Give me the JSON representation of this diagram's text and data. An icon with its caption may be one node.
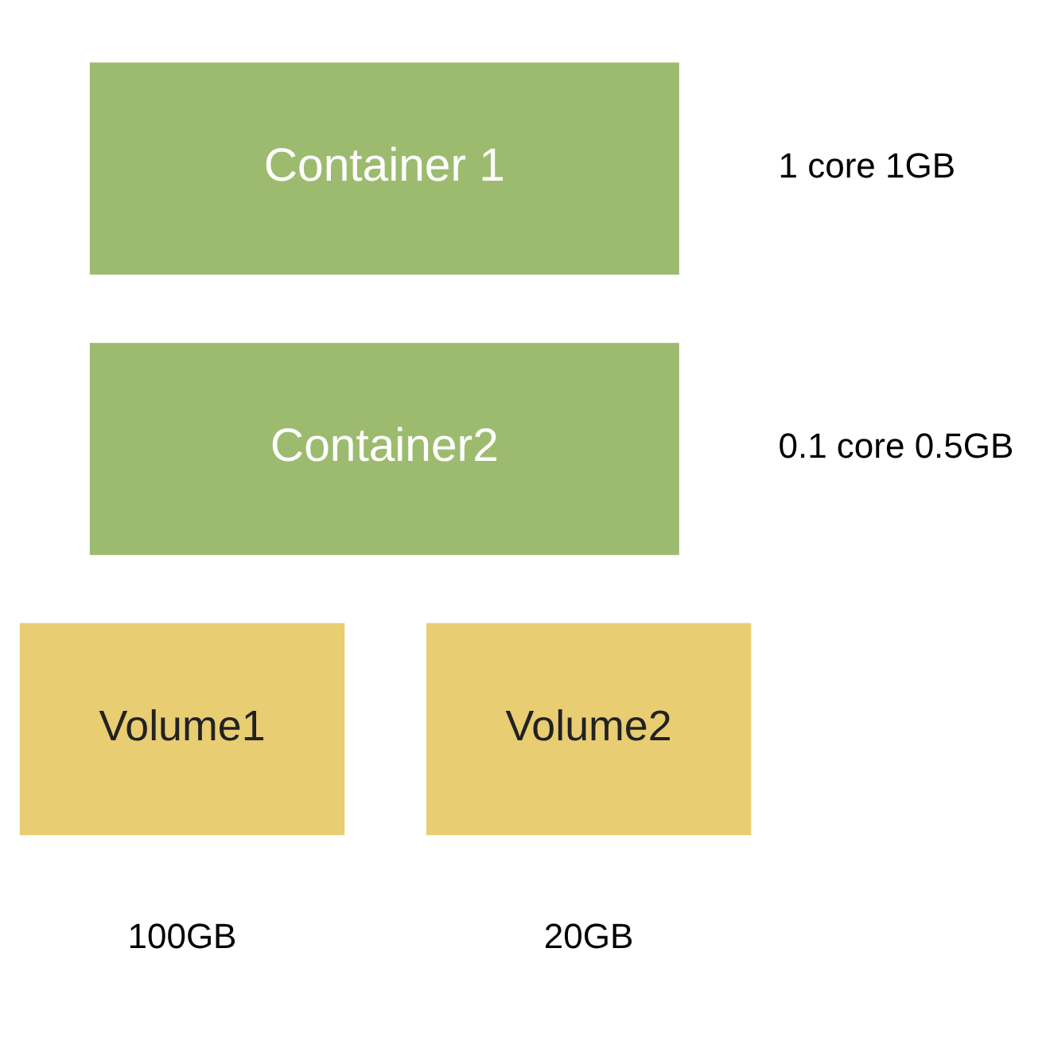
{
  "diagram": {
    "nodes": [
      {
        "text": [
          "Container 1"
        ],
        "beside": [
          "1 core 1GB"
        ]
      },
      {
        "text": [
          "Container2"
        ],
        "beside": [
          "0.1 core 0.5GB"
        ]
      },
      {
        "text": [
          "Volume1"
        ],
        "beside": [
          "100GB"
        ]
      },
      {
        "text": [
          "Volume2"
        ],
        "beside": [
          "20GB"
        ]
      }
    ],
    "edges": []
  }
}
